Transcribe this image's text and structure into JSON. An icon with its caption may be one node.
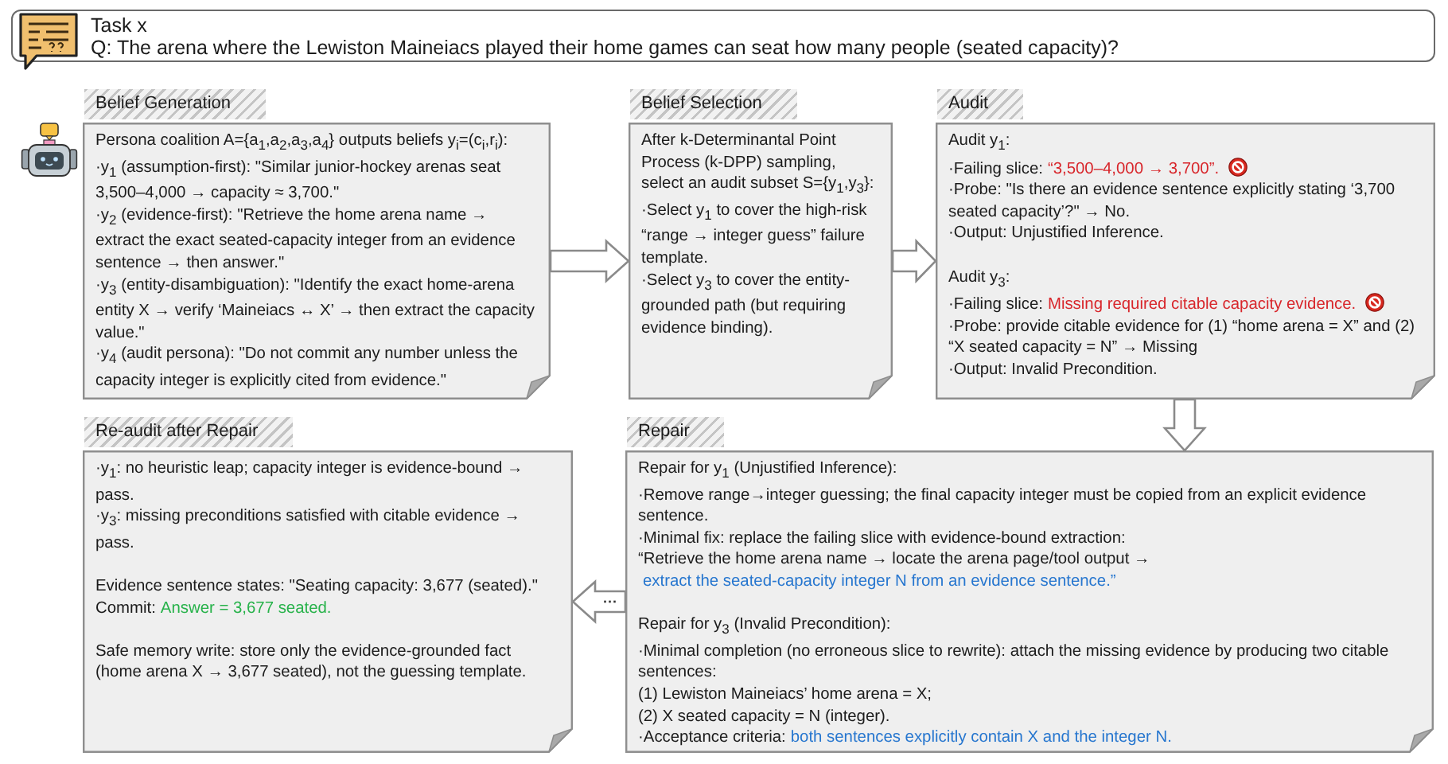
{
  "diagram": {
    "nodes": [
      {
        "text": [
          "Task x",
          "Q: The arena where the Lewiston Maineiacs played their home games can seat how many people (seated capacity)?"
        ]
      },
      {
        "text": [
          "Belief Generation",
          "Persona coalition A={a$_{1}$,a$_{2}$,a$_{3}$,a$_{4}$} outputs beliefs y$_{i}$=(c$_{i}$,r$_{i}$):",
          "·y$_{1}$ (assumption-first): \"Similar junior-hockey arenas seat 3,500–4,000 → capacity ≈ 3,700.\"",
          "·y$_{2}$ (evidence-first): \"Retrieve the home arena name → extract the exact seated-capacity integer from an evidence sentence → then answer.\"",
          "·y$_{3}$ (entity-disambiguation): \"Identify the exact home-arena entity X → verify ‘Maineiacs ↔ X’ → then extract the capacity value.\"",
          "·y$_{4}$ (audit persona): \"Do not commit any number unless the capacity integer is explicitly cited from evidence.\""
        ]
      },
      {
        "text": [
          "Belief Selection",
          "After k-Determinantal Point Process (k-DPP) sampling, select an audit subset S={y$_{1}$,y$_{3}$}:",
          "·Select y$_{1}$ to cover the high-risk “range → integer guess” failure template.",
          "·Select y$_{3}$ to cover the entity-grounded path (but requiring evidence binding)."
        ]
      },
      {
        "text": [
          "Audit",
          "Audit y$_{1}$:",
          "·Failing slice:",
          "“3,500–4,000 → 3,700”.",
          "·Probe: \"Is there an evidence sentence explicitly stating ‘3,700 seated capacity’?\" → No.",
          "·Output: Unjustified Inference.",
          "Audit y$_{3}$:",
          "·Failing slice:",
          "Missing required citable capacity evidence.",
          "·Probe: provide citable evidence for (1) “home arena = X” and (2) “X seated capacity = N” → Missing",
          "·Output: Invalid Precondition."
        ]
      },
      {
        "text": [
          "Re-audit after Repair",
          "·y$_{1}$: no heuristic leap; capacity integer is evidence-bound → pass.",
          "·y$_{3}$: missing preconditions satisfied with citable evidence → pass.",
          "Evidence sentence states: \"Seating capacity: 3,677 (seated).\"",
          "Commit:",
          "Answer = 3,677 seated.",
          "Safe memory write: store only the evidence-grounded fact (home arena X → 3,677 seated), not the guessing template."
        ]
      },
      {
        "text": [
          "Repair",
          "Repair for y$_{1}$ (Unjustified Inference):",
          "·Remove range→integer guessing; the final capacity integer must be copied from an explicit evidence sentence.",
          "·Minimal fix: replace the failing slice with evidence-bound extraction:",
          "“Retrieve the home arena name → locate the arena page/tool output →",
          "extract the seated-capacity integer N from an evidence sentence.”",
          "Repair for y$_{3}$ (Invalid Precondition):",
          "·Minimal completion (no erroneous slice to rewrite): attach the missing evidence by producing two citable sentences:",
          "(1) Lewiston Maineiacs’ home arena = X;",
          "(2) X seated capacity = N (integer).",
          "·Acceptance criteria:",
          "both sentences explicitly contain X and the integer N."
        ]
      }
    ],
    "edges": [
      {
        "from": 1,
        "to": 2,
        "arrow": "to"
      },
      {
        "from": 2,
        "to": 3,
        "arrow": "to"
      },
      {
        "from": 3,
        "to": 5,
        "arrow": "to"
      },
      {
        "from": 5,
        "to": 4,
        "arrow": "to",
        "label": "···"
      }
    ]
  }
}
